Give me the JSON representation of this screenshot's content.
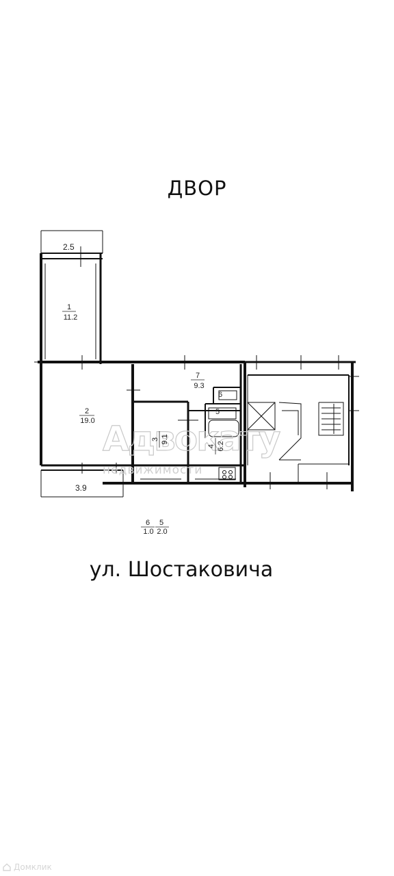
{
  "header": {
    "title": "ДВОР"
  },
  "street": {
    "label": "ул. Шостаковича"
  },
  "rooms": [
    {
      "num": "1",
      "area": "11.2"
    },
    {
      "num": "2",
      "area": "19.0"
    },
    {
      "num": "3",
      "area": "9.1"
    },
    {
      "num": "4",
      "area": "6.2"
    },
    {
      "num": "5",
      "area": ""
    },
    {
      "num": "6",
      "area": ""
    },
    {
      "num": "7",
      "area": "9.3"
    }
  ],
  "dimensions": {
    "top_balcony": "2.5",
    "bottom_balcony": "3.9"
  },
  "summary": [
    {
      "num": "6",
      "area": "1.0"
    },
    {
      "num": "5",
      "area": "2.0"
    }
  ],
  "watermark": {
    "main": "Адвокату",
    "sub": "недвижимости"
  },
  "footer": {
    "logo_text": "Домклик"
  }
}
